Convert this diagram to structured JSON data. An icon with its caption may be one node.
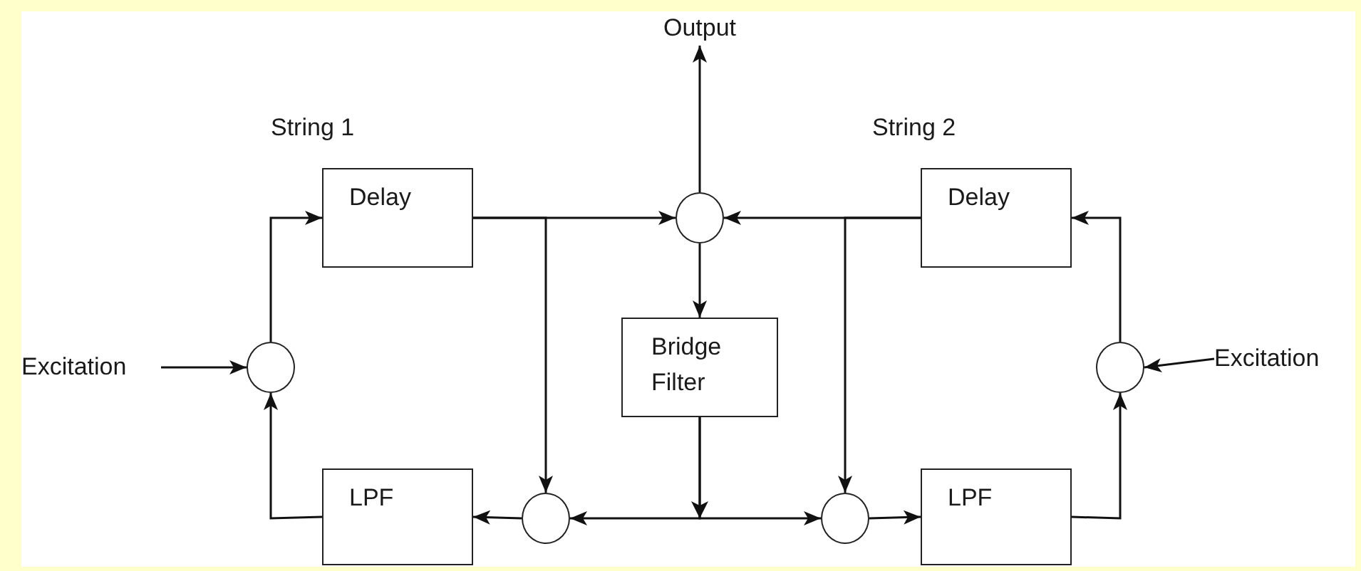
{
  "diagram": {
    "nodes": [
      {
        "text": [
          "Output"
        ]
      },
      {
        "text": [
          "Delay"
        ]
      },
      {
        "text": [],
        "shape": "circle"
      },
      {
        "text": [
          "Delay"
        ]
      },
      {
        "text": [
          "Excitation"
        ]
      },
      {
        "text": [],
        "shape": "circle"
      },
      {
        "text": [
          "Bridge Filter"
        ]
      },
      {
        "text": [],
        "shape": "circle"
      },
      {
        "text": [
          "Excitation"
        ]
      },
      {
        "text": [
          "LPF"
        ]
      },
      {
        "text": [],
        "shape": "circle"
      },
      {
        "text": [],
        "shape": "circle"
      },
      {
        "text": [
          "LPF"
        ]
      }
    ],
    "edges": [
      {
        "from": 2,
        "to": 0,
        "arrow": "to"
      },
      {
        "from": 4,
        "to": 5,
        "arrow": "to"
      },
      {
        "from": 5,
        "to": 1,
        "arrow": "to"
      },
      {
        "from": 9,
        "to": 5,
        "arrow": "to"
      },
      {
        "from": 1,
        "to": 2,
        "arrow": "to"
      },
      {
        "from": 1,
        "to": 10,
        "arrow": "to"
      },
      {
        "from": 3,
        "to": 2,
        "arrow": "to"
      },
      {
        "from": 3,
        "to": 11,
        "arrow": "to"
      },
      {
        "from": 2,
        "to": 6,
        "arrow": "to"
      },
      {
        "from": 6,
        "to": 10,
        "arrow": "to"
      },
      {
        "from": 6,
        "to": 11,
        "arrow": "to"
      },
      {
        "from": 10,
        "to": 9,
        "arrow": "to"
      },
      {
        "from": 11,
        "to": 12,
        "arrow": "to"
      },
      {
        "from": 12,
        "to": 7,
        "arrow": "to"
      },
      {
        "from": 7,
        "to": 3,
        "arrow": "to"
      },
      {
        "from": 8,
        "to": 7,
        "arrow": "to"
      }
    ],
    "labels": [
      "String 1",
      "String 2"
    ]
  }
}
